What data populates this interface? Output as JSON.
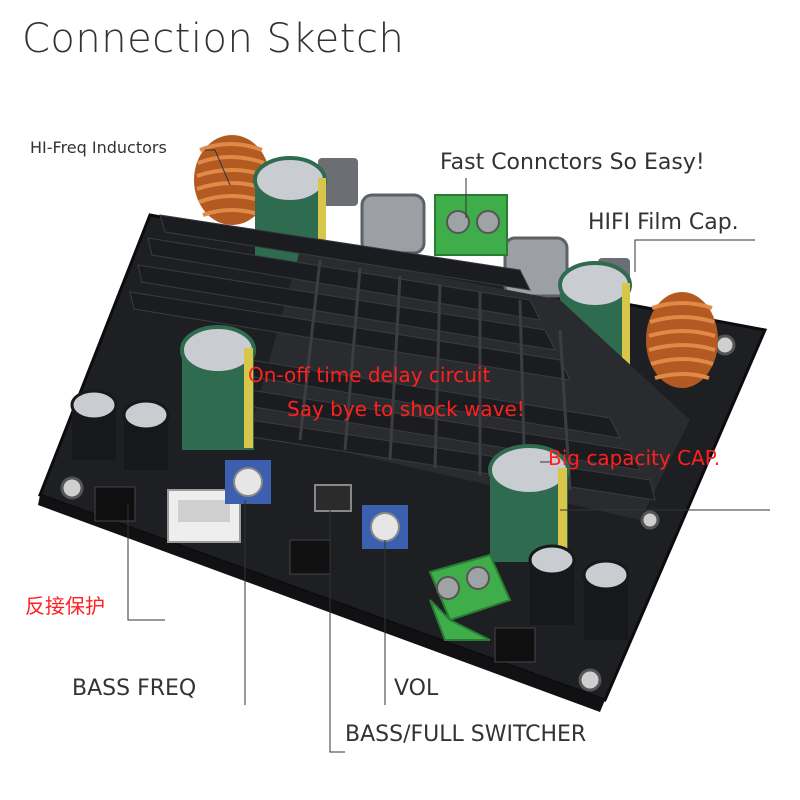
{
  "title": "Connection Sketch",
  "labels": {
    "inductors": "HI-Freq Inductors",
    "connectors": "Fast Connctors So Easy!",
    "film_cap": "HIFI Film Cap.",
    "delay_line1": "On-off time delay circuit",
    "delay_line2": "Say bye to shock wave!",
    "big_cap": "Big capacity CAP.",
    "reverse": "反接保护",
    "bass_freq": "BASS FREQ",
    "vol": "VOL",
    "switcher": "BASS/FULL SWITCHER"
  },
  "colors": {
    "accent_red": "#ff2020",
    "board": "#1e1f22",
    "heatsink": "#1b1c1f",
    "terminal_green": "#3fae4a",
    "capacitor": "#2f6b4f",
    "copper": "#c8692c"
  }
}
